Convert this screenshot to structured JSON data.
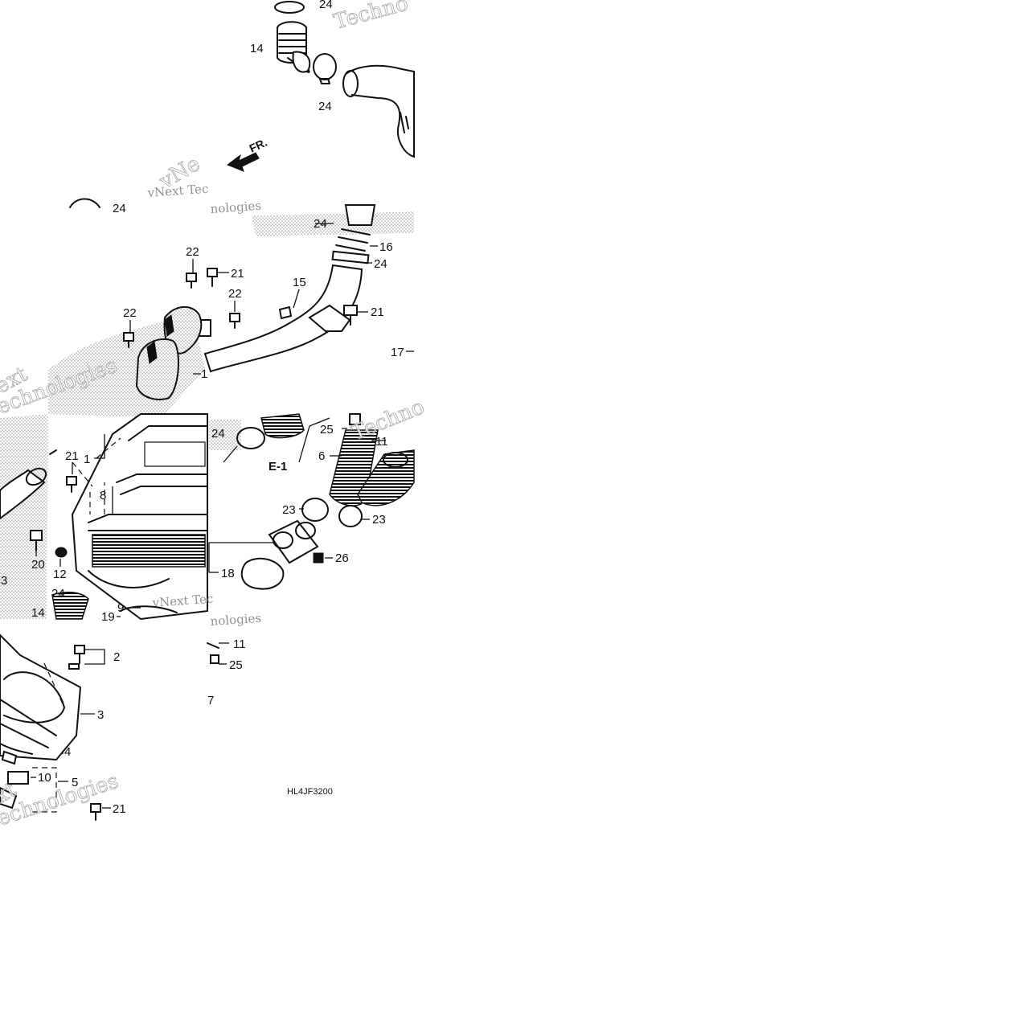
{
  "diagram_code": "HL4JF3200",
  "section_label": "E-1",
  "direction_label": "FR.",
  "watermarks": {
    "fragments": [
      "Techno",
      "vNext Tec",
      "nologies",
      "vNe",
      "ext",
      "echnologies",
      "Techno",
      "vNext Tec",
      "nologies",
      "xt",
      "echnologies"
    ]
  },
  "callouts": [
    "24",
    "14",
    "24",
    "24",
    "24",
    "16",
    "24",
    "22",
    "21",
    "22",
    "15",
    "21",
    "22",
    "1",
    "17",
    "21",
    "1",
    "8",
    "20",
    "12",
    "3",
    "24",
    "9",
    "14",
    "19",
    "24",
    "25",
    "11",
    "6",
    "23",
    "23",
    "18",
    "26",
    "11",
    "25",
    "7",
    "2",
    "3",
    "4",
    "10",
    "5",
    "21"
  ],
  "colors": {
    "background": "#ffffff",
    "ink": "#111111",
    "watermark": "#9a9a9a",
    "stipple": "#b8b8b8"
  }
}
